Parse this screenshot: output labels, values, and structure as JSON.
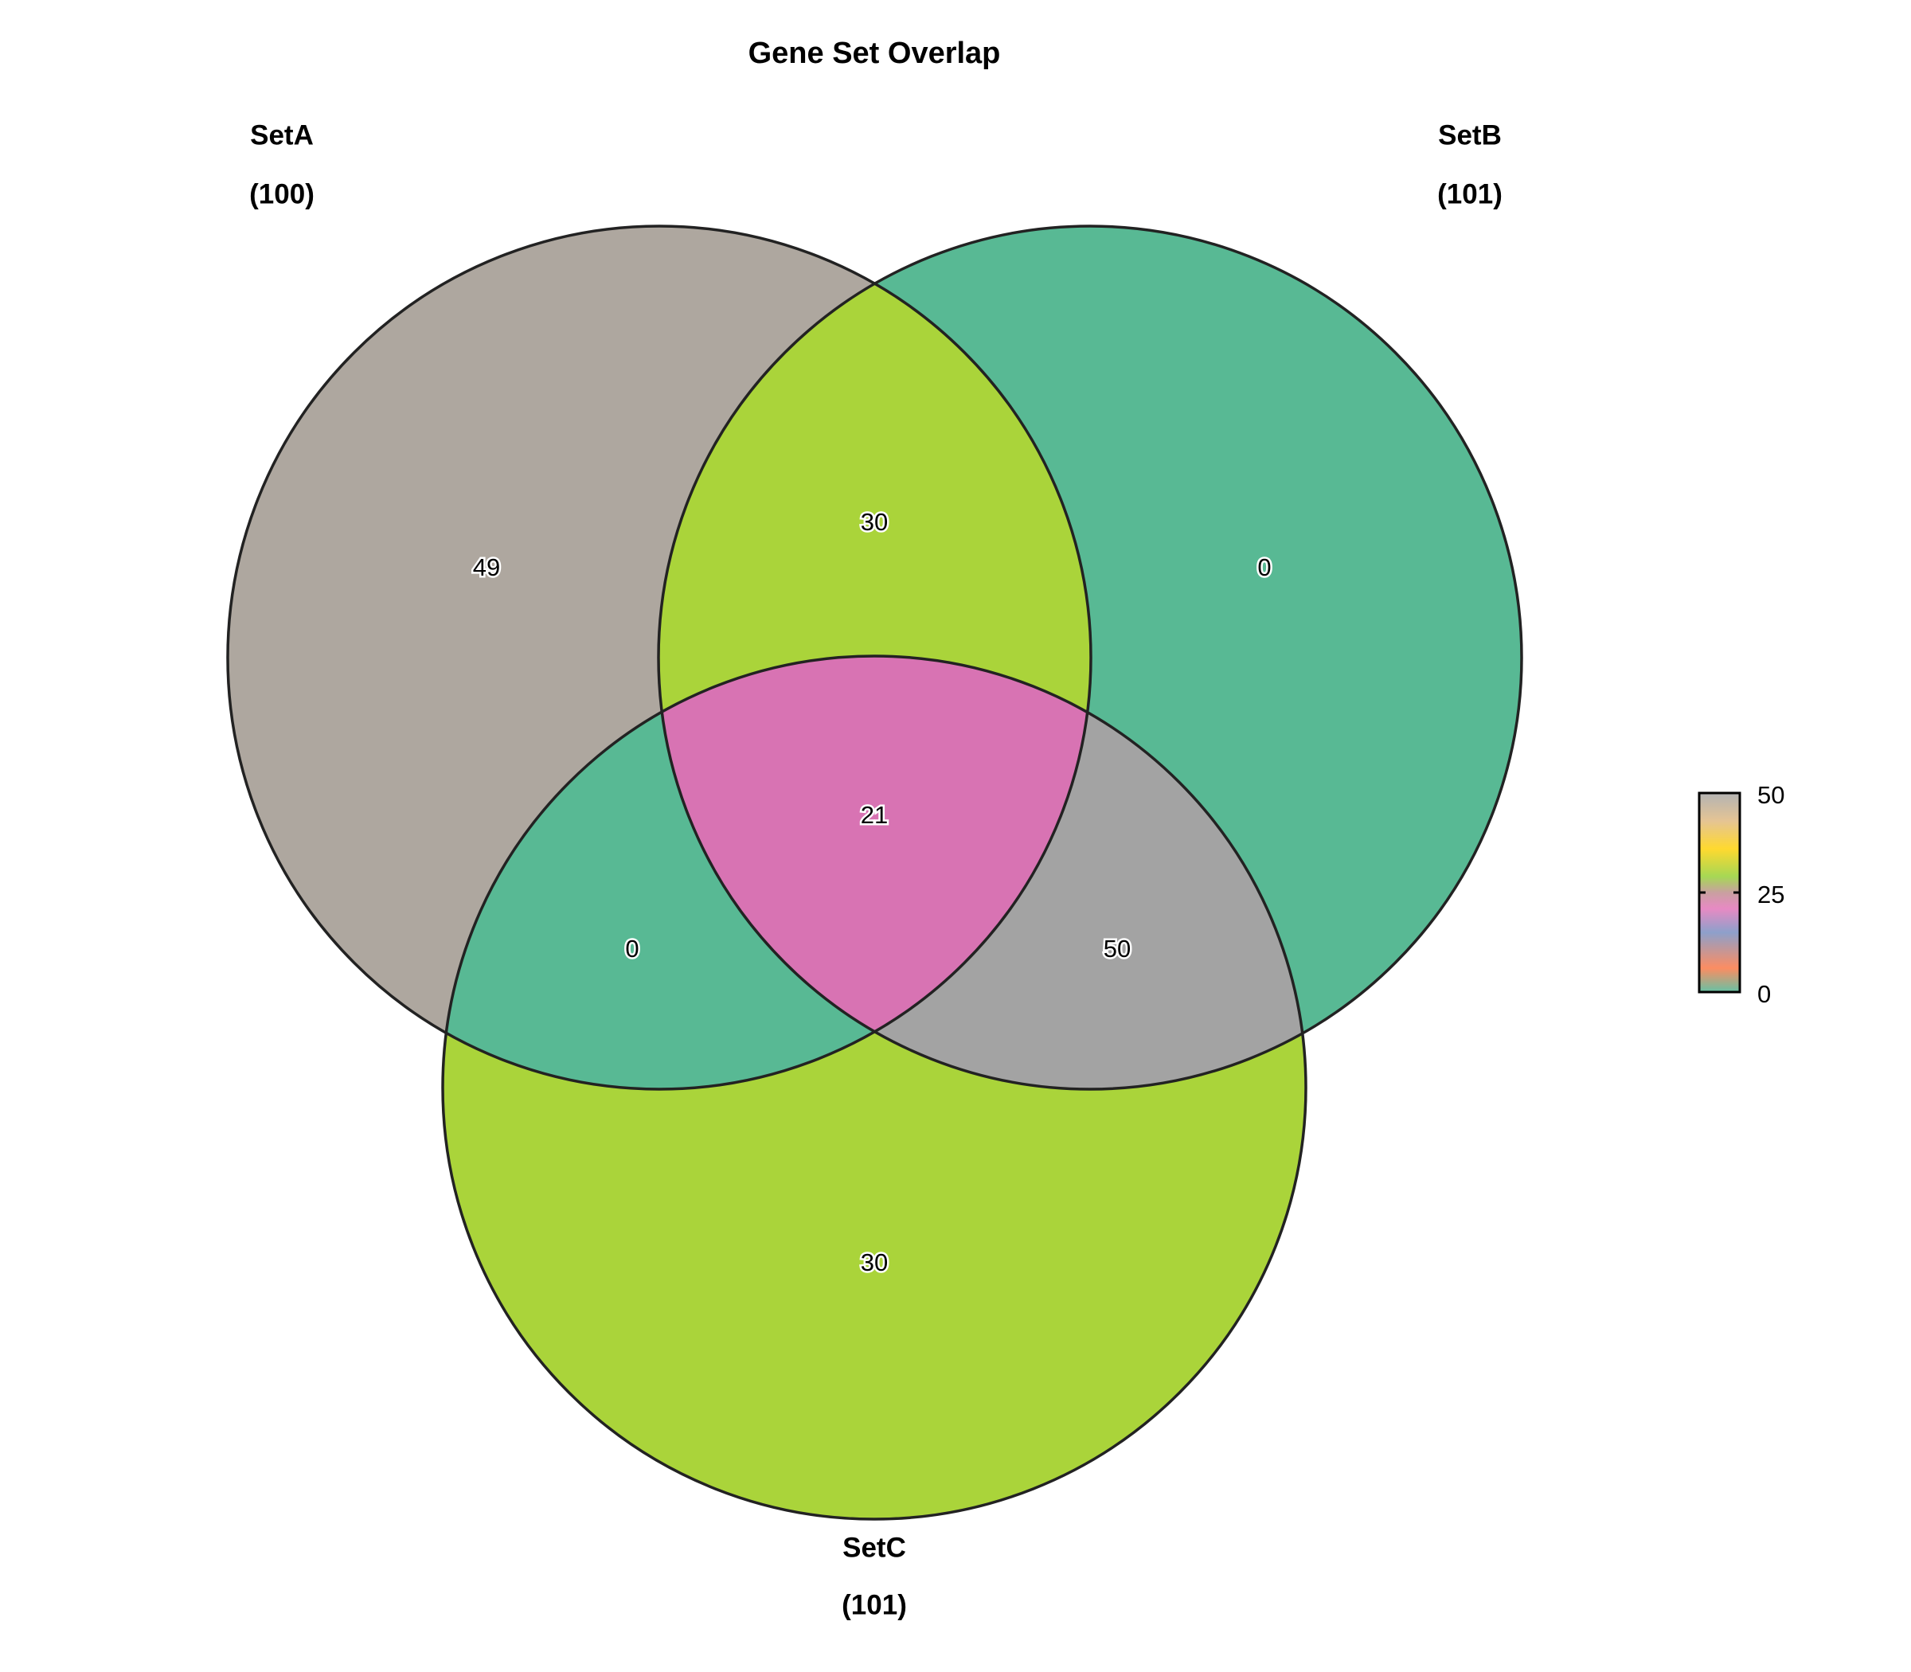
{
  "chart_data": {
    "type": "venn",
    "title": "Gene Set Overlap",
    "sets": [
      {
        "name": "SetA",
        "size_label": "(100)",
        "size": 100
      },
      {
        "name": "SetB",
        "size_label": "(101)",
        "size": 101
      },
      {
        "name": "SetC",
        "size_label": "(101)",
        "size": 101
      }
    ],
    "regions": [
      {
        "id": "A_only",
        "sets": [
          "SetA"
        ],
        "value": "49",
        "color": "#aea79f"
      },
      {
        "id": "B_only",
        "sets": [
          "SetB"
        ],
        "value": "0",
        "color": "#58b994"
      },
      {
        "id": "C_only",
        "sets": [
          "SetC"
        ],
        "value": "30",
        "color": "#aad43a"
      },
      {
        "id": "AB",
        "sets": [
          "SetA",
          "SetB"
        ],
        "value": "30",
        "color": "#aad43a"
      },
      {
        "id": "AC",
        "sets": [
          "SetA",
          "SetC"
        ],
        "value": "0",
        "color": "#58b994"
      },
      {
        "id": "BC",
        "sets": [
          "SetB",
          "SetC"
        ],
        "value": "50",
        "color": "#a3a3a3"
      },
      {
        "id": "ABC",
        "sets": [
          "SetA",
          "SetB",
          "SetC"
        ],
        "value": "21",
        "color": "#d873b3"
      }
    ],
    "colorbar": {
      "range": [
        0,
        50
      ],
      "ticks": [
        "0",
        "25",
        "50"
      ],
      "stops": [
        "#66c2a5",
        "#fc8d62",
        "#8da0cb",
        "#e78ac3",
        "#a6d854",
        "#ffd92f",
        "#e5c494",
        "#b3b3b3"
      ]
    }
  }
}
